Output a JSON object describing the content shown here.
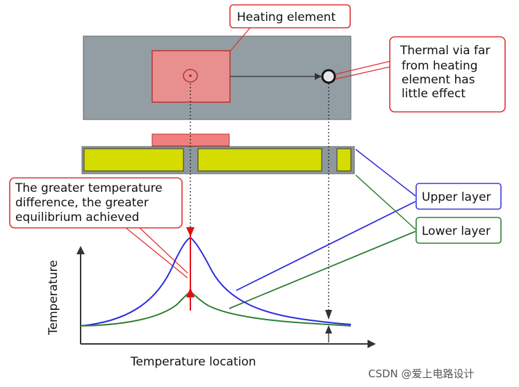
{
  "callouts": {
    "heating_element": "Heating element",
    "thermal_via": [
      "Thermal via far",
      "from heating",
      "element has",
      "little effect"
    ],
    "temperature_difference": [
      "The greater temperature",
      "difference, the greater",
      "equilibrium achieved"
    ],
    "upper_layer": "Upper layer",
    "lower_layer": "Lower layer"
  },
  "axes": {
    "y_label": "Temperature",
    "x_label": "Temperature location"
  },
  "curves": {
    "upper_layer_color": "#2a2ae0",
    "lower_layer_color": "#2e7d32"
  },
  "colors": {
    "board": "#929ea4",
    "heater": "#e07a7a",
    "heater_fill": "#e89090",
    "copper": "#d4dc00",
    "callout_border": "#e03030",
    "callout_border_blue": "#3a3ae0",
    "callout_border_green": "#2e7d32",
    "arrow_red": "#e01010"
  },
  "watermark": "CSDN @爱上电路设计"
}
